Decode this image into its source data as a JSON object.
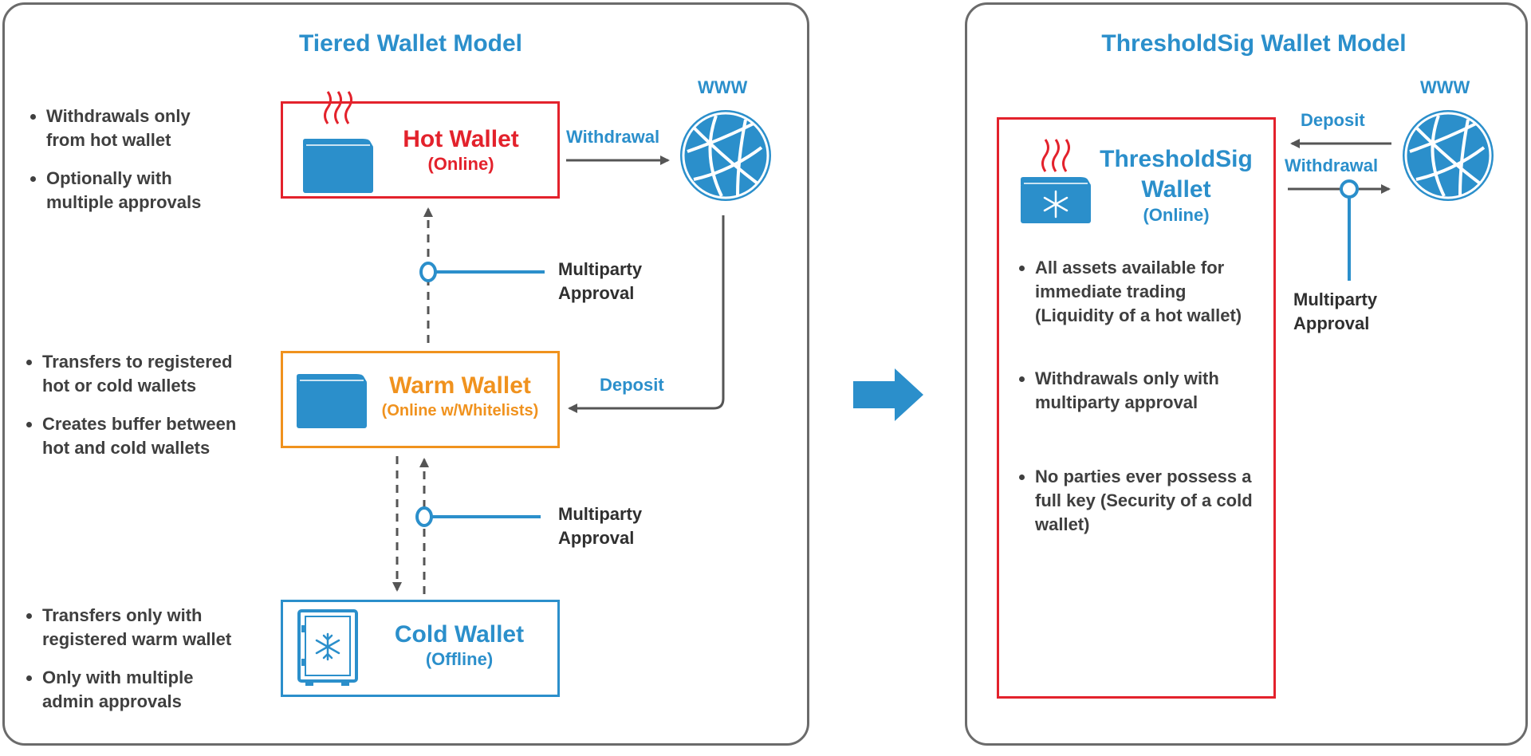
{
  "colors": {
    "blue": "#2b8fcb",
    "red": "#e3222c",
    "orange": "#f0921e",
    "gray": "#555555"
  },
  "tiered": {
    "title": "Tiered Wallet Model",
    "www": "WWW",
    "hot": {
      "name": "Hot Wallet",
      "sub": "(Online)",
      "icon": "folder-steam-icon"
    },
    "warm": {
      "name": "Warm Wallet",
      "sub": "(Online w/Whitelists)",
      "icon": "folder-icon"
    },
    "cold": {
      "name": "Cold Wallet",
      "sub": "(Offline)",
      "icon": "safe-snowflake-icon"
    },
    "withdrawal": "Withdrawal",
    "deposit": "Deposit",
    "approval_hot": {
      "line1": "Multiparty",
      "line2": "Approval"
    },
    "approval_cold": {
      "line1": "Multiparty",
      "line2": "Approval"
    },
    "hot_bullets": [
      {
        "line1": "Withdrawals only",
        "line2": "from hot wallet"
      },
      {
        "line1": "Optionally with",
        "line2": "multiple approvals"
      }
    ],
    "warm_bullets": [
      {
        "line1": "Transfers to registered",
        "line2": "hot or cold wallets"
      },
      {
        "line1": "Creates buffer between",
        "line2": "hot and cold wallets"
      }
    ],
    "cold_bullets": [
      {
        "line1": "Transfers only with",
        "line2": "registered warm wallet"
      },
      {
        "line1": "Only with multiple",
        "line2": "admin approvals"
      }
    ]
  },
  "threshold": {
    "title": "ThresholdSig Wallet Model",
    "www": "WWW",
    "wallet": {
      "line1": "ThresholdSig",
      "line2": "Wallet",
      "sub": "(Online)",
      "icon": "folder-steam-snowflake-icon"
    },
    "deposit": "Deposit",
    "withdrawal": "Withdrawal",
    "approval": {
      "line1": "Multiparty",
      "line2": "Approval"
    },
    "bullets": [
      {
        "lines": [
          "All assets available for",
          "immediate trading",
          "(Liquidity of a hot wallet)"
        ]
      },
      {
        "lines": [
          "Withdrawals only with",
          "multiparty approval"
        ]
      },
      {
        "lines": [
          "No parties ever possess a",
          "full key (Security of a cold",
          "wallet)"
        ]
      }
    ]
  },
  "transition_icon": "arrow-right-icon"
}
